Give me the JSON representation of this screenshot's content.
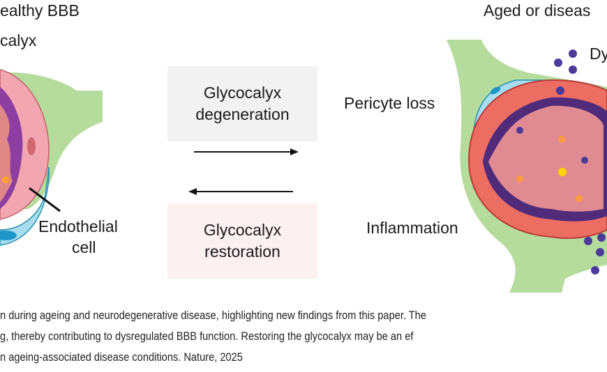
{
  "left_panel": {
    "title": "ealthy BBB",
    "subtitle": "calyx",
    "endothelial_label_line1": "Endothelial",
    "endothelial_label_line2": "cell"
  },
  "center": {
    "degeneration_box": {
      "line1": "Glycocalyx",
      "line2": "degeneration",
      "color": "#f2f2f2"
    },
    "restoration_box": {
      "line1": "Glycocalyx",
      "line2": "restoration",
      "color": "#fdf0f1"
    },
    "pericyte_label": "Pericyte loss",
    "inflammation_label": "Inflammation"
  },
  "right_panel": {
    "title": "Aged or diseas",
    "dys_label": "Dy"
  },
  "caption": {
    "line1": "n during ageing and neurodegenerative disease, highlighting new findings from this paper. The",
    "line2": "g, thereby contributing to dysregulated BBB function. Restoring the glycocalyx may be an ef",
    "line3": "n ageing-associated disease conditions. Nature, 2025"
  },
  "colors": {
    "astrocyte_green": "#b5dc9c",
    "pericyte_blue": "#a8dcef",
    "endothelial_pink": "#f2a6b0",
    "glycocalyx_purple": "#8e3da0",
    "aged_endothelial_red": "#ec6d62",
    "molecule_purple": "#4b3a9a"
  }
}
